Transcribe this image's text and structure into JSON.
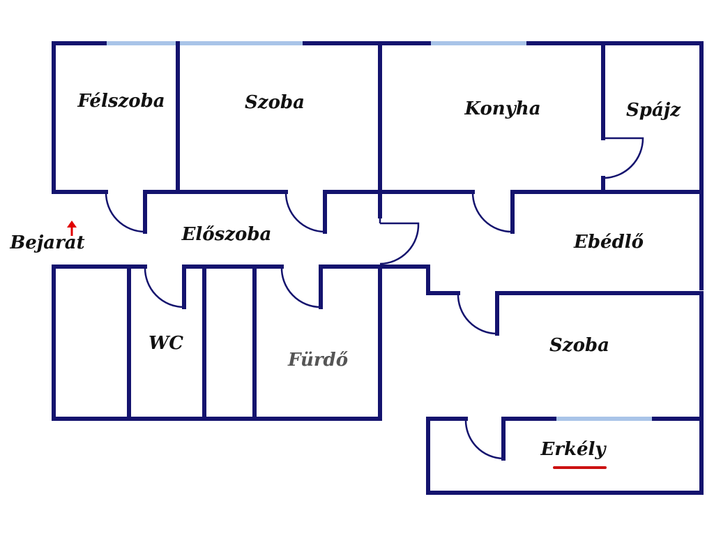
{
  "colors": {
    "wall": "#14136e",
    "window": "#a9c4e8",
    "entrance_arrow": "#e00000",
    "balcony_underline": "#cc1111",
    "background": "#ffffff"
  },
  "rooms": {
    "felszoba": "Félszoba",
    "szoba_top": "Szoba",
    "konyha": "Konyha",
    "spajz": "Spájz",
    "eloszoba": "Előszoba",
    "ebedlo": "Ebédlő",
    "wc": "WC",
    "furdo": "Fürdő",
    "szoba_bottom": "Szoba",
    "erkely": "Erkély"
  },
  "entrance": {
    "label": "Bejarat",
    "icon": "up-arrow-icon"
  }
}
